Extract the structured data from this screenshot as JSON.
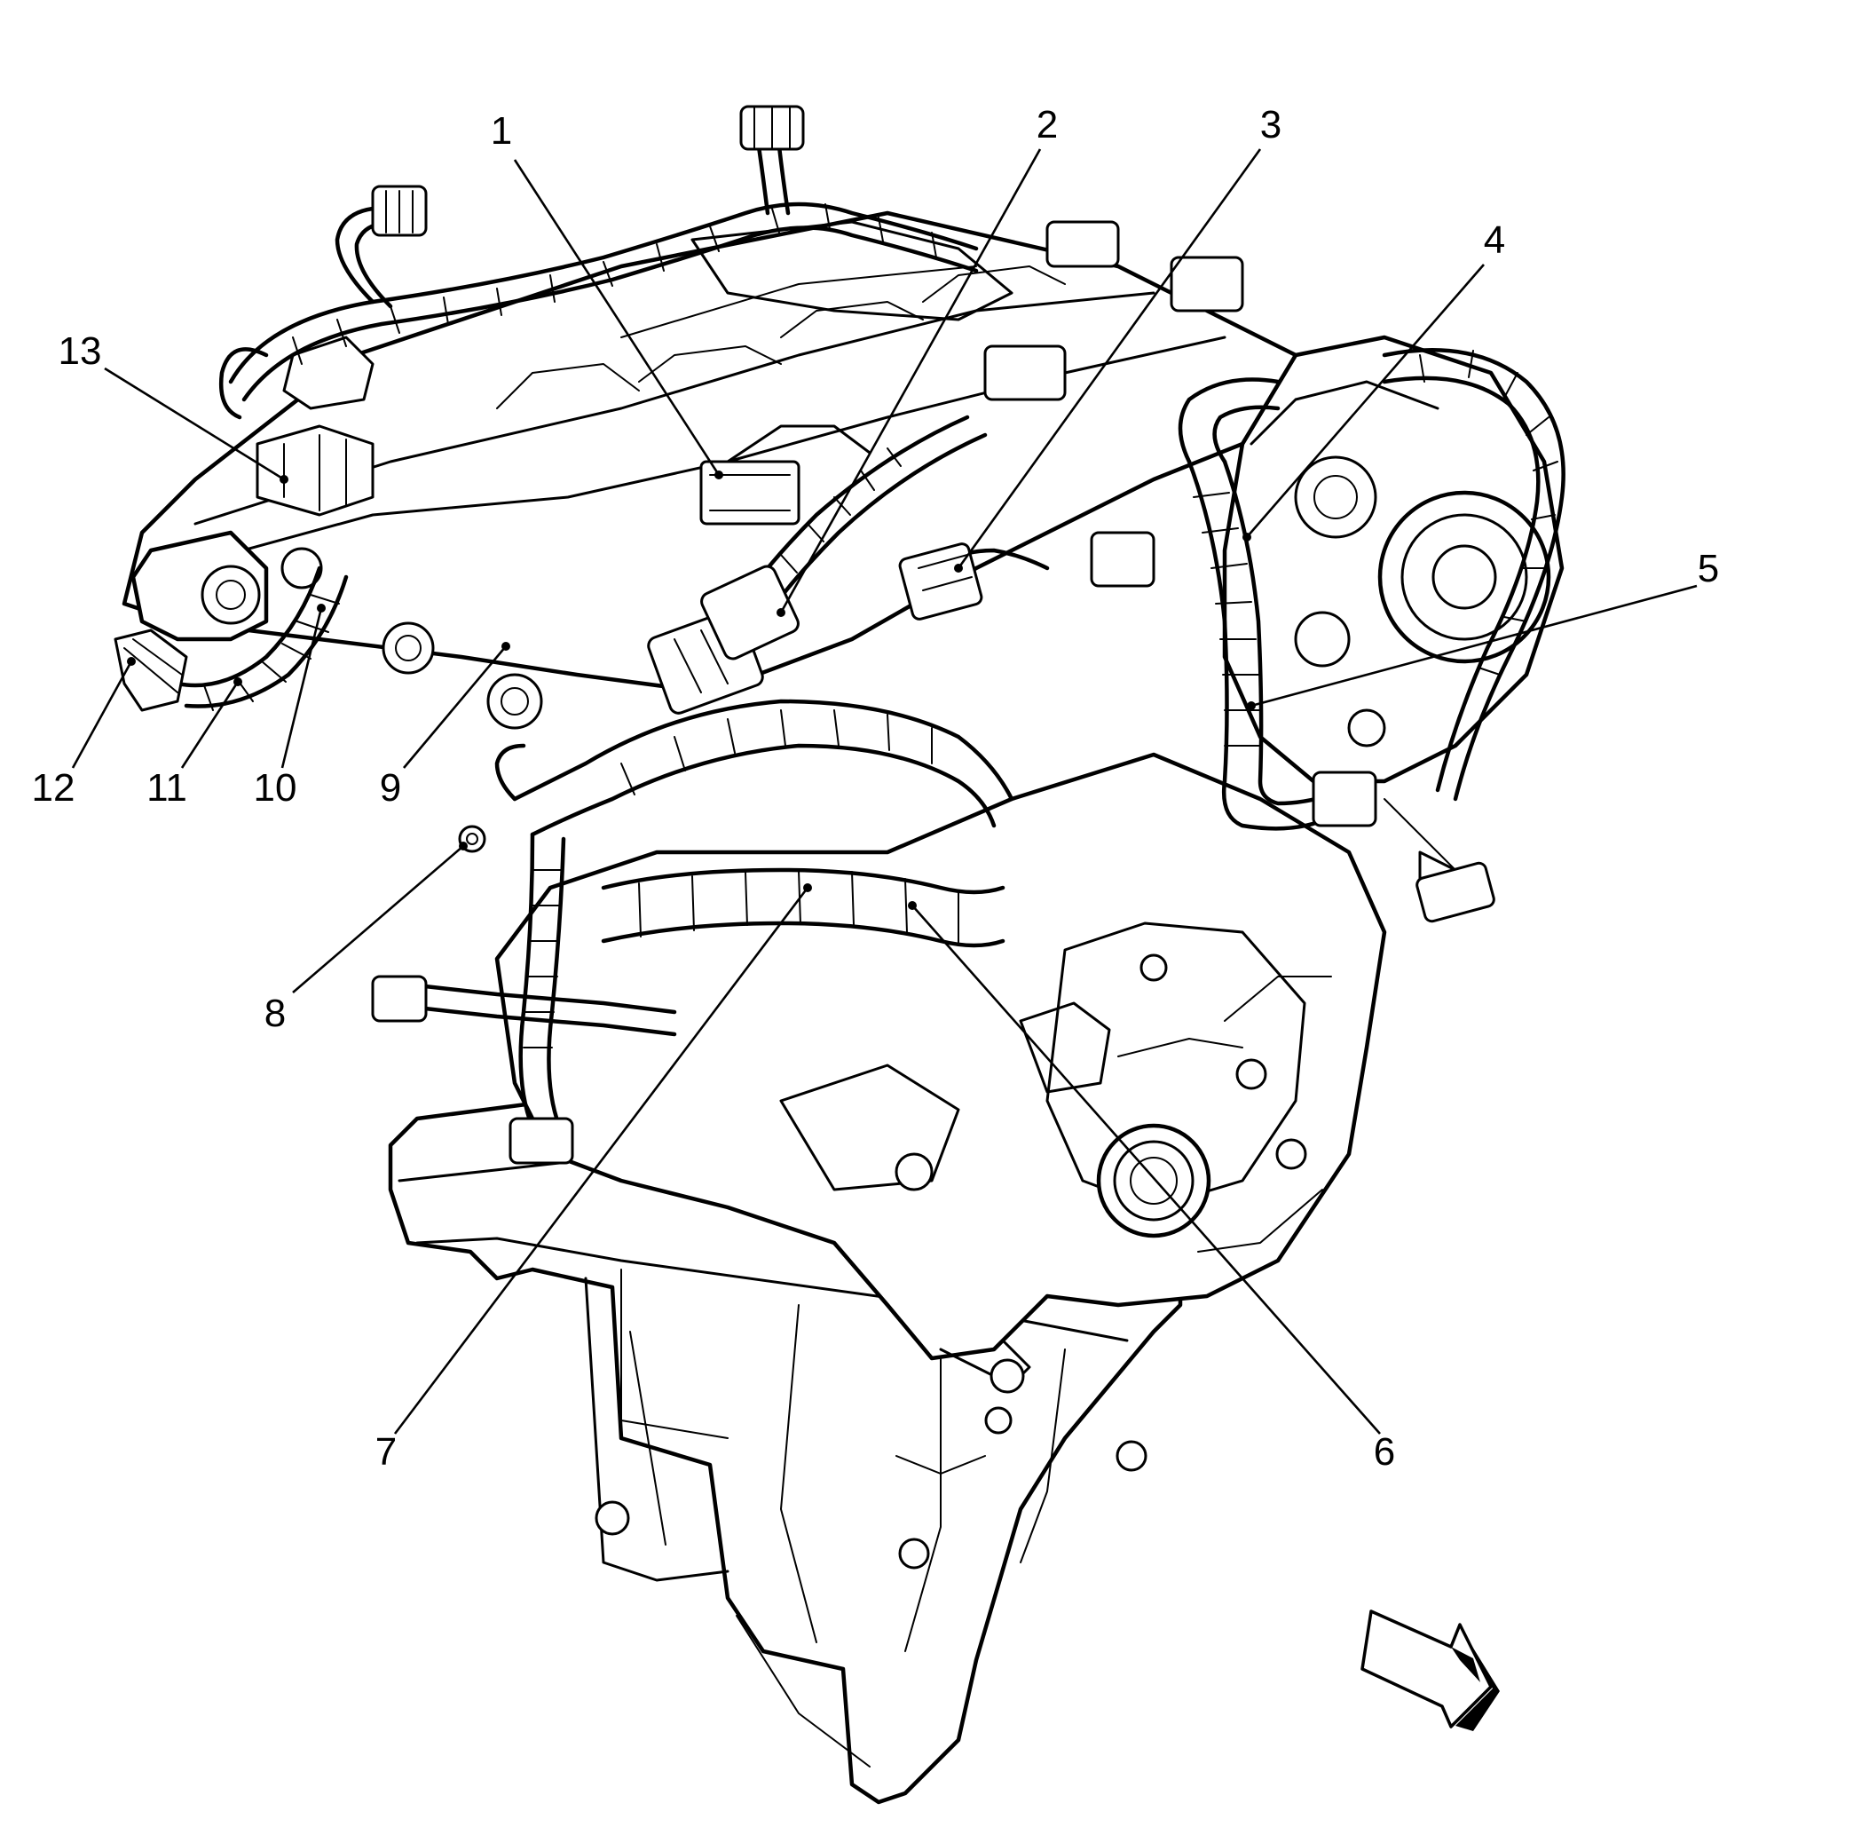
{
  "callouts": [
    {
      "id": "1",
      "label": "1"
    },
    {
      "id": "2",
      "label": "2"
    },
    {
      "id": "3",
      "label": "3"
    },
    {
      "id": "4",
      "label": "4"
    },
    {
      "id": "5",
      "label": "5"
    },
    {
      "id": "6",
      "label": "6"
    },
    {
      "id": "7",
      "label": "7"
    },
    {
      "id": "8",
      "label": "8"
    },
    {
      "id": "9",
      "label": "9"
    },
    {
      "id": "10",
      "label": "10"
    },
    {
      "id": "11",
      "label": "11"
    },
    {
      "id": "12",
      "label": "12"
    },
    {
      "id": "13",
      "label": "13"
    }
  ],
  "view_arrow": {
    "icon": "view-direction-arrow-icon"
  }
}
